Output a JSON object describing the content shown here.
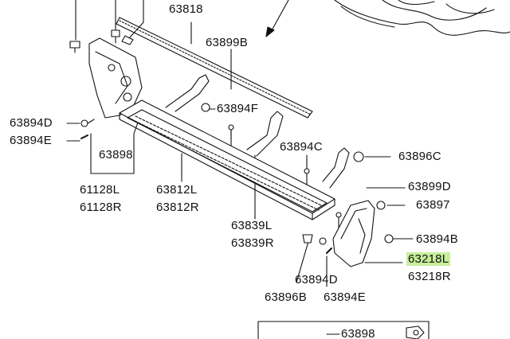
{
  "part_labels": {
    "p63818": "63818",
    "p63899B": "63899B",
    "p63894F": "63894F",
    "p63894D_left": "63894D",
    "p63894E_left": "63894E",
    "p63898": "63898",
    "p61128L": "61128L",
    "p61128R": "61128R",
    "p63812L": "63812L",
    "p63812R": "63812R",
    "p63894C": "63894C",
    "p63896C": "63896C",
    "p63899D": "63899D",
    "p63897": "63897",
    "p63839L": "63839L",
    "p63839R": "63839R",
    "p63894B": "63894B",
    "p63218L": "63218L",
    "p63218R": "63218R",
    "p63894D_bottom": "63894D",
    "p63896B": "63896B",
    "p63894E_bottom": "63894E",
    "p63898_inset": "63898"
  },
  "colors": {
    "highlight": "#c7ee9a",
    "ink": "#111111"
  }
}
